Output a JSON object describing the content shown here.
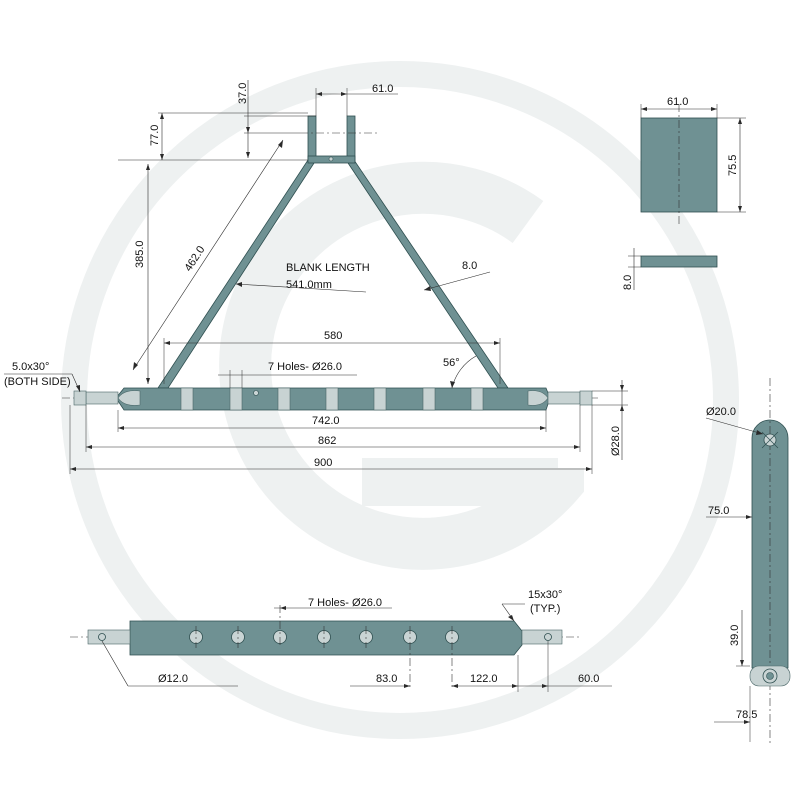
{
  "colors": {
    "part_fill": "#6f9193",
    "part_outline": "#2f4f50",
    "dimension_lines": "#2a2a2a",
    "watermark": "#eef1f1"
  },
  "watermark": {
    "icon": "g-logo-watermark"
  },
  "front_view": {
    "dim_tower_width": "61.0",
    "dim_tower_top": "37.0",
    "dim_tower_height": "77.0",
    "dim_frame_height": "385.0",
    "dim_leg_length": "462.0",
    "blank_length_title": "BLANK LENGTH",
    "blank_length_value": "541.0mm",
    "dim_leg_thickness": "8.0",
    "dim_leg_spread": "580",
    "holes_label": "7 Holes- Ø26.0",
    "angle_label": "56°",
    "chamfer_label": "5.0x30°",
    "chamfer_note": "(BOTH SIDE)",
    "dim_bar_holes_span": "742.0",
    "dim_bar_body": "862",
    "dim_total_length": "900",
    "dim_bar_diameter": "Ø28.0"
  },
  "plate_view": {
    "dim_width": "61.0",
    "dim_height": "75.5",
    "dim_thickness": "8.0"
  },
  "bottom_view": {
    "holes_label": "7 Holes- Ø26.0",
    "chamfer_label": "15x30°",
    "chamfer_note": "(TYP.)",
    "dim_pin_hole": "Ø12.0",
    "dim_hole_pitch": "83.0",
    "dim_end_hole": "122.0",
    "dim_pin_end": "60.0"
  },
  "side_view": {
    "dim_top_hole": "Ø20.0",
    "dim_height": "75.0",
    "dim_bottom": "39.0",
    "dim_width": "78.5"
  }
}
